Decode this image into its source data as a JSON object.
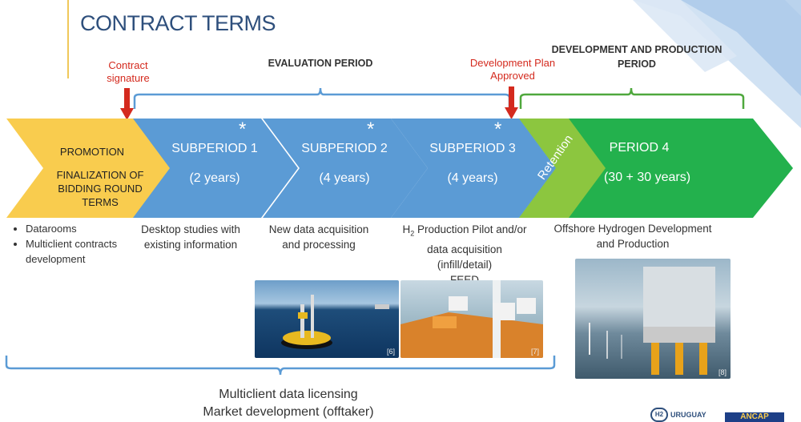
{
  "title": "CONTRACT TERMS",
  "markers": {
    "contract_signature": "Contract signature",
    "development_plan": "Development Plan Approved"
  },
  "headers": {
    "evaluation": "EVALUATION PERIOD",
    "development_line1": "DEVELOPMENT AND PRODUCTION",
    "development_line2": "PERIOD"
  },
  "stages": {
    "promotion": {
      "label": "PROMOTION",
      "sub": "FINALIZATION OF BIDDING ROUND TERMS"
    },
    "sub1": {
      "label": "SUBPERIOD 1",
      "duration": "(2 years)",
      "asterisk": "*"
    },
    "sub2": {
      "label": "SUBPERIOD 2",
      "duration": "(4 years)",
      "asterisk": "*"
    },
    "sub3": {
      "label": "SUBPERIOD 3",
      "duration": "(4 years)",
      "asterisk": "*"
    },
    "retention": "Retention",
    "period4": {
      "label": "PERIOD 4",
      "duration": "(30 + 30 years)"
    }
  },
  "descriptions": {
    "promotion_bullets": [
      "Datarooms",
      "Multiclient contracts development"
    ],
    "sub1": "Desktop studies with existing information",
    "sub2": "New data acquisition and processing",
    "sub3_h": "H",
    "sub3_sub": "2",
    "sub3_rest": " Production Pilot and/or data acquisition (infill/detail)",
    "sub3_feed": "FEED",
    "period4": "Offshore Hydrogen Development and Production"
  },
  "images": {
    "buoy_ref": "[6]",
    "platform_ref": "[7]",
    "offshore_ref": "[8]"
  },
  "bottom": {
    "line1": "Multiclient data licensing",
    "line2": "Market development (offtaker)"
  },
  "logos": {
    "h2": "URUGUAY",
    "ancap": "ANCAP"
  },
  "colors": {
    "promotion": "#f9cc4e",
    "subperiod": "#5b9bd5",
    "retention": "#8cc63f",
    "period4": "#23b14d",
    "marker": "#d42a1e",
    "evaluation_bracket": "#5b9bd5",
    "development_bracket": "#4fa83d"
  }
}
